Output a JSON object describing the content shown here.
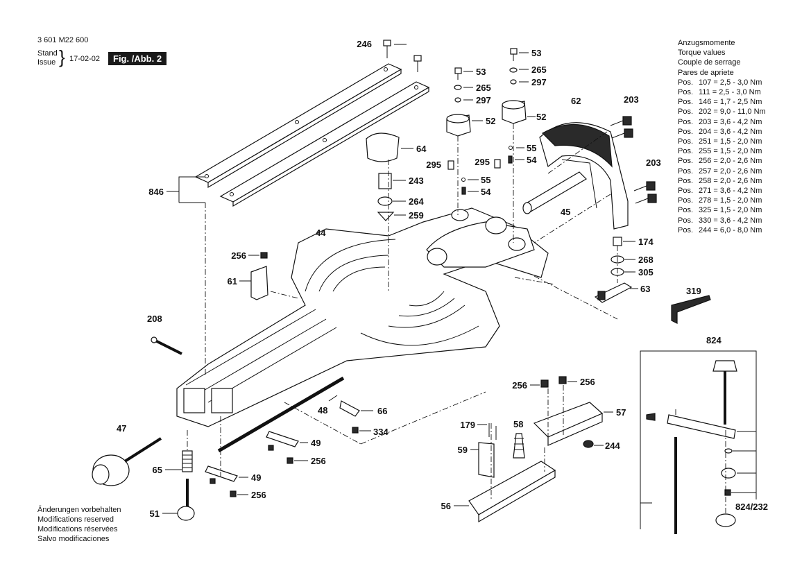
{
  "header": {
    "part_number": "3 601 M22 600",
    "stand_label": "Stand",
    "issue_label": "Issue",
    "date": "17-02-02",
    "figure": "Fig. /Abb. 2"
  },
  "torque": {
    "titles": [
      "Anzugsmomente",
      "Torque values",
      "Couple de serrage",
      "Pares de apriete"
    ],
    "rows": [
      {
        "pos": "Pos.",
        "value": "107 = 2,5 - 3,0 Nm"
      },
      {
        "pos": "Pos.",
        "value": "111 = 2,5 - 3,0 Nm"
      },
      {
        "pos": "Pos.",
        "value": "146 = 1,7 - 2,5 Nm"
      },
      {
        "pos": "Pos.",
        "value": "202 = 9,0 - 11,0 Nm"
      },
      {
        "pos": "Pos.",
        "value": "203 = 3,6 - 4,2 Nm"
      },
      {
        "pos": "Pos.",
        "value": "204 = 3,6 - 4,2 Nm"
      },
      {
        "pos": "Pos.",
        "value": "251 = 1,5 - 2,0 Nm"
      },
      {
        "pos": "Pos.",
        "value": "255 = 1,5 - 2,0 Nm"
      },
      {
        "pos": "Pos.",
        "value": "256 = 2,0 - 2,6 Nm"
      },
      {
        "pos": "Pos.",
        "value": "257 = 2,0 - 2,6 Nm"
      },
      {
        "pos": "Pos.",
        "value": "258 = 2,0 - 2,6 Nm"
      },
      {
        "pos": "Pos.",
        "value": "271 = 3,6 - 4,2 Nm"
      },
      {
        "pos": "Pos.",
        "value": "278 = 1,5 - 2,0 Nm"
      },
      {
        "pos": "Pos.",
        "value": "325 = 1,5 - 2,0 Nm"
      },
      {
        "pos": "Pos.",
        "value": "330 = 3,6 - 4,2 Nm"
      },
      {
        "pos": "Pos.",
        "value": "244 = 6,0 - 8,0 Nm"
      }
    ]
  },
  "notes": [
    "Änderungen vorbehalten",
    "Modifications reserved",
    "Modifications réservées",
    "Salvo modificaciones"
  ],
  "callouts": {
    "c246": "246",
    "c53a": "53",
    "c265a": "265",
    "c297a": "297",
    "c52a": "52",
    "c53b": "53",
    "c265b": "265",
    "c297b": "297",
    "c52b": "52",
    "c62": "62",
    "c203a": "203",
    "c203b": "203",
    "c64": "64",
    "c295a": "295",
    "c295b": "295",
    "c55a": "55",
    "c54a": "54",
    "c55b": "55",
    "c54b": "54",
    "c243": "243",
    "c264": "264",
    "c259": "259",
    "c45": "45",
    "c846": "846",
    "c44": "44",
    "c256a": "256",
    "c61": "61",
    "c174": "174",
    "c268": "268",
    "c305": "305",
    "c63": "63",
    "c319": "319",
    "c208": "208",
    "c824": "824",
    "c47": "47",
    "c48": "48",
    "c66": "66",
    "c334": "334",
    "c256b": "256",
    "c256c": "256",
    "c57": "57",
    "c179": "179",
    "c58": "58",
    "c244": "244",
    "c49a": "49",
    "c256d": "256",
    "c65": "65",
    "c49b": "49",
    "c59": "59",
    "c256e": "256",
    "c51": "51",
    "c56": "56",
    "c824_232": "824/232"
  }
}
